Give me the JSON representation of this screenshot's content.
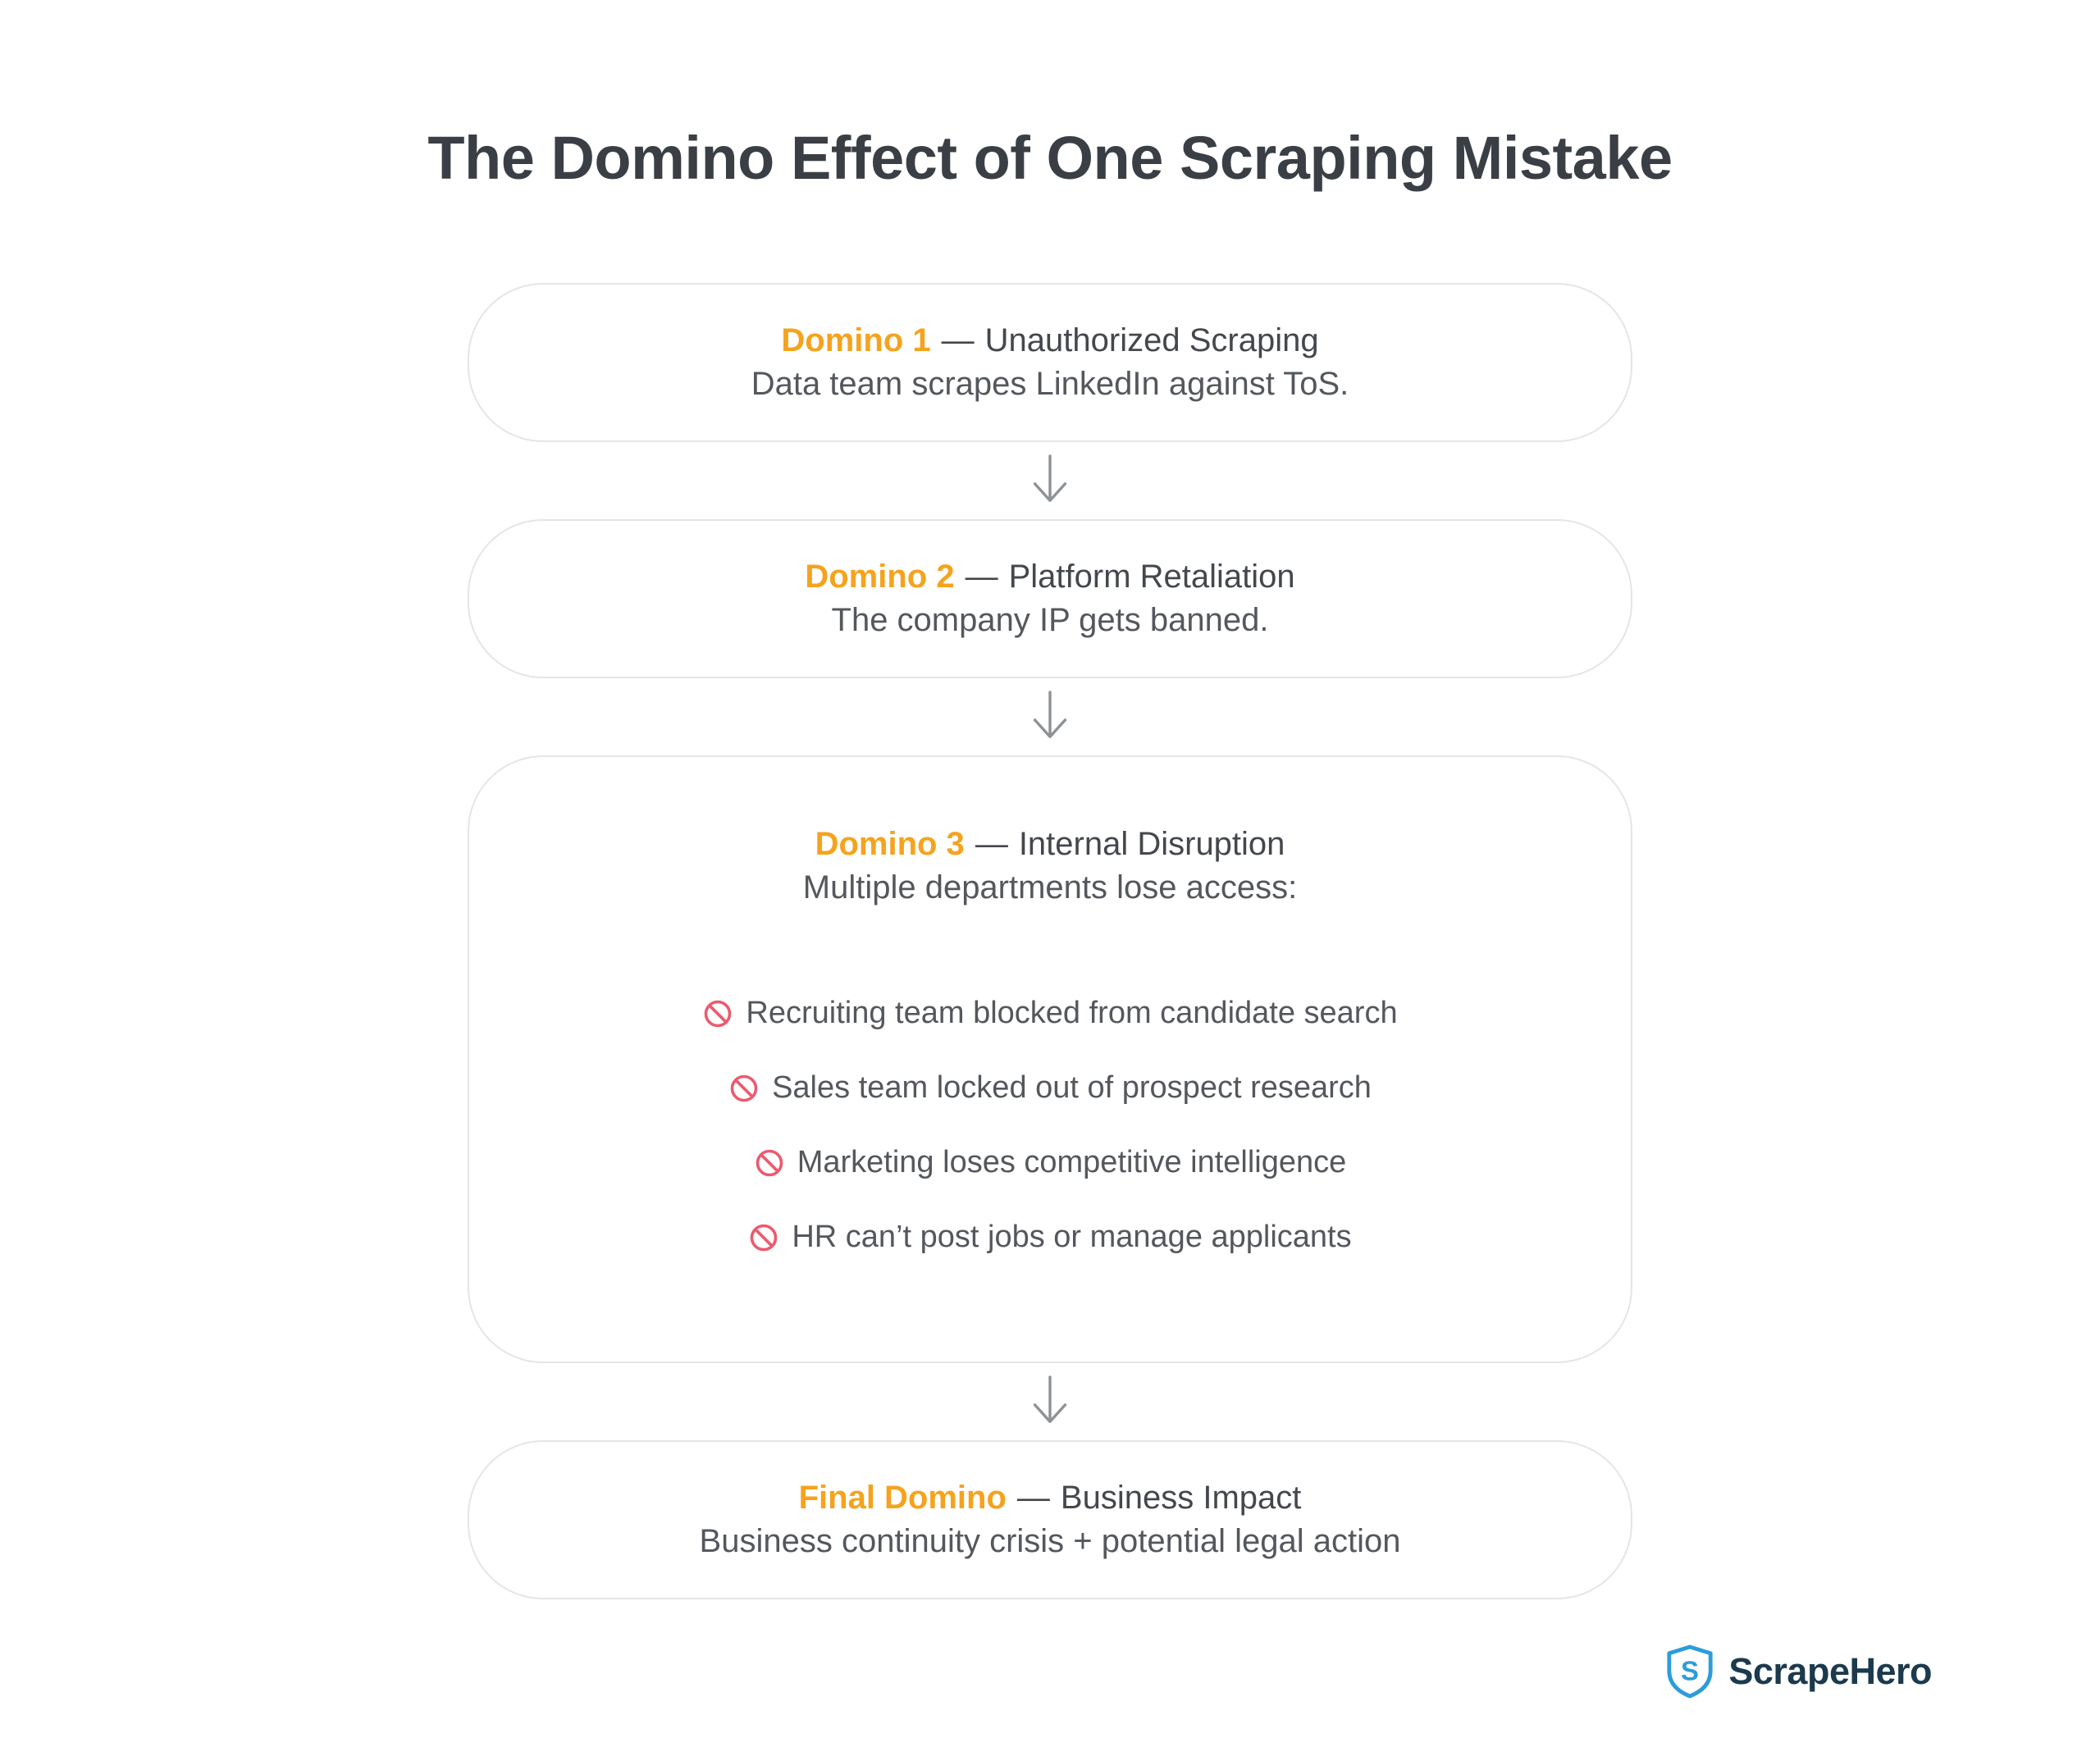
{
  "title": "The Domino Effect of One Scraping Mistake",
  "dash": "—",
  "boxes": [
    {
      "label": "Domino 1",
      "title": "Unauthorized Scraping",
      "subtitle": "Data team scrapes LinkedIn against ToS."
    },
    {
      "label": "Domino 2",
      "title": "Platform Retaliation",
      "subtitle": "The company IP gets banned."
    },
    {
      "label": "Domino 3",
      "title": "Internal Disruption",
      "subtitle": "Multiple departments lose access:",
      "items": [
        "Recruiting team blocked from candidate search",
        "Sales team locked out of prospect research",
        "Marketing loses competitive intelligence",
        "HR can’t post jobs or manage applicants"
      ]
    },
    {
      "label": "Final Domino",
      "title": "Business Impact",
      "subtitle": "Business continuity crisis + potential legal action"
    }
  ],
  "logo": {
    "text": "ScrapeHero",
    "icon": "shield-s-icon"
  },
  "colors": {
    "accent_orange": "#F5A31E",
    "title_text": "#3A3F45",
    "heading_text": "#44484D",
    "body_text": "#54585D",
    "box_border": "#E4E5E7",
    "arrow": "#8D9296",
    "prohibition": "#EC5A6E",
    "logo_blue": "#2D9CDB",
    "logo_text": "#1C3A4E"
  }
}
